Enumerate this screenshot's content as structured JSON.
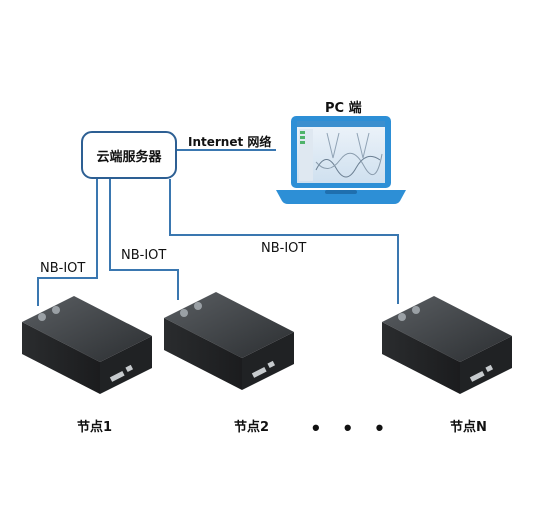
{
  "server": {
    "label": "云端服务器"
  },
  "pc": {
    "label": "PC 端"
  },
  "links": {
    "internet": "Internet 网络",
    "nb1": "NB-IOT",
    "nb2": "NB-IOT",
    "nbN": "NB-IOT"
  },
  "nodes": [
    {
      "label": "节点1"
    },
    {
      "label": "节点2"
    },
    {
      "label": "节点N"
    }
  ],
  "ellipsis": "• • •",
  "colors": {
    "line": "#3a77b0",
    "server_border": "#2d5f93",
    "laptop_blue": "#2d8fd6",
    "device_body": "#3a3d40"
  }
}
